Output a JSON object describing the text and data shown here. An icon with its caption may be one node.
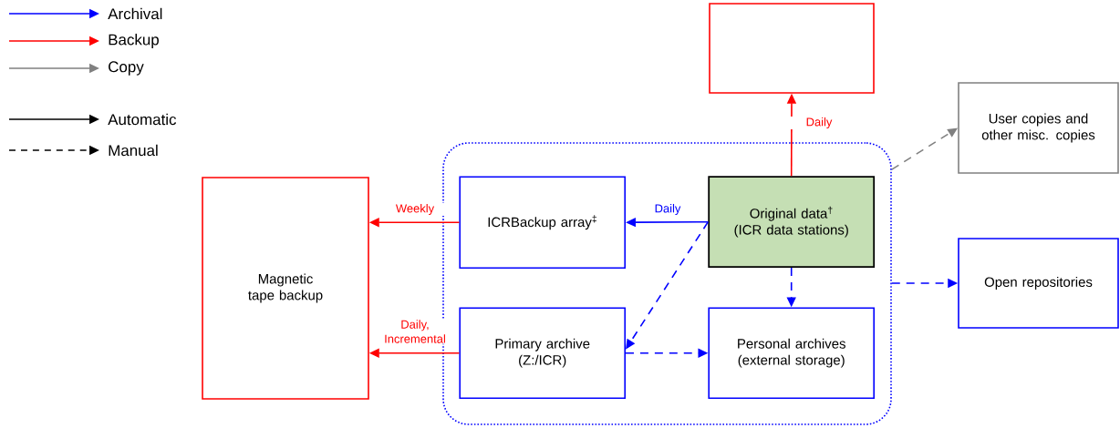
{
  "diagram": {
    "nodes": [
      {
        "text": [],
        "shape": "box"
      },
      {
        "text": [],
        "shape": "box"
      },
      {
        "text": [
          "User copies and other misc. copies"
        ]
      },
      {
        "text": [
          "Magnetic tape backup"
        ]
      },
      {
        "text": [
          "ICRBackup array$^{‡}$"
        ],
        "in": 0
      },
      {
        "text": [
          "Original data$^{†}$ (ICR data stations)"
        ],
        "in": 0
      },
      {
        "text": [
          "Open repositories"
        ]
      },
      {
        "text": [
          "Primary archive (Z:/ICR)"
        ],
        "in": 0
      },
      {
        "text": [
          "Personal archives (external storage)"
        ],
        "in": 0
      }
    ],
    "edges": [
      {
        "from": 5,
        "to": 1,
        "arrow": "to",
        "label": "Daily",
        "color": "#ff0000"
      },
      {
        "from": 0,
        "to": 2,
        "arrow": "to",
        "style": "dashed",
        "color": "#808080"
      },
      {
        "from": 5,
        "to": 4,
        "arrow": "to",
        "label": "Daily"
      },
      {
        "from": 4,
        "to": 3,
        "arrow": "to",
        "label": "Weekly",
        "color": "#ff0000"
      },
      {
        "from": 7,
        "to": 3,
        "arrow": "to",
        "label": "Daily, Incremental",
        "color": "#ff0000"
      },
      {
        "from": 5,
        "to": 7,
        "arrow": "to",
        "style": "dashed"
      },
      {
        "from": 5,
        "to": 8,
        "arrow": "to",
        "style": "dashed"
      },
      {
        "from": 7,
        "to": 8,
        "arrow": "to",
        "style": "dashed"
      },
      {
        "from": 0,
        "to": 6,
        "arrow": "to",
        "style": "dashed"
      }
    ],
    "legend": [
      {
        "text": "Archival"
      },
      {
        "text": "Backup"
      },
      {
        "text": "Copy"
      },
      {
        "text": "Automatic"
      },
      {
        "text": "Manual"
      }
    ]
  }
}
